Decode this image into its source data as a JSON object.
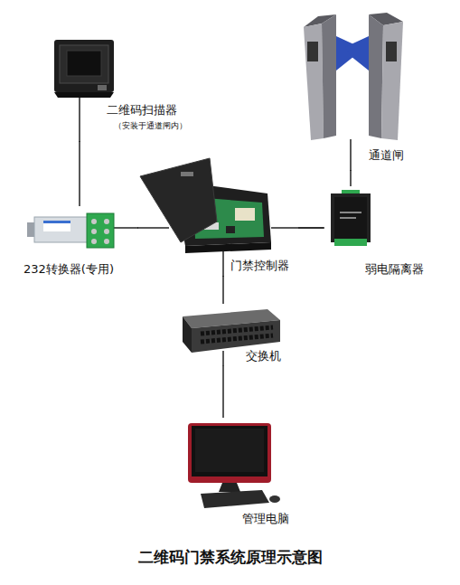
{
  "diagram": {
    "title": "二维码门禁系统原理示意图",
    "nodes": [
      {
        "text": [
          "二维码扫描器",
          "（安装于通道闸内）"
        ]
      },
      {
        "text": [
          "通道闸"
        ]
      },
      {
        "text": [
          "232转换器(专用)"
        ]
      },
      {
        "text": [
          "门禁控制器"
        ]
      },
      {
        "text": [
          "弱电隔离器"
        ]
      },
      {
        "text": [
          "交换机"
        ]
      },
      {
        "text": [
          "管理电脑"
        ]
      }
    ],
    "edges": [
      {
        "from": 0,
        "to": 2,
        "arrow": "none"
      },
      {
        "from": 2,
        "to": 3,
        "arrow": "none"
      },
      {
        "from": 3,
        "to": 4,
        "arrow": "none"
      },
      {
        "from": 1,
        "to": 4,
        "arrow": "none"
      },
      {
        "from": 3,
        "to": 5,
        "arrow": "none"
      },
      {
        "from": 5,
        "to": 6,
        "arrow": "none"
      }
    ]
  }
}
